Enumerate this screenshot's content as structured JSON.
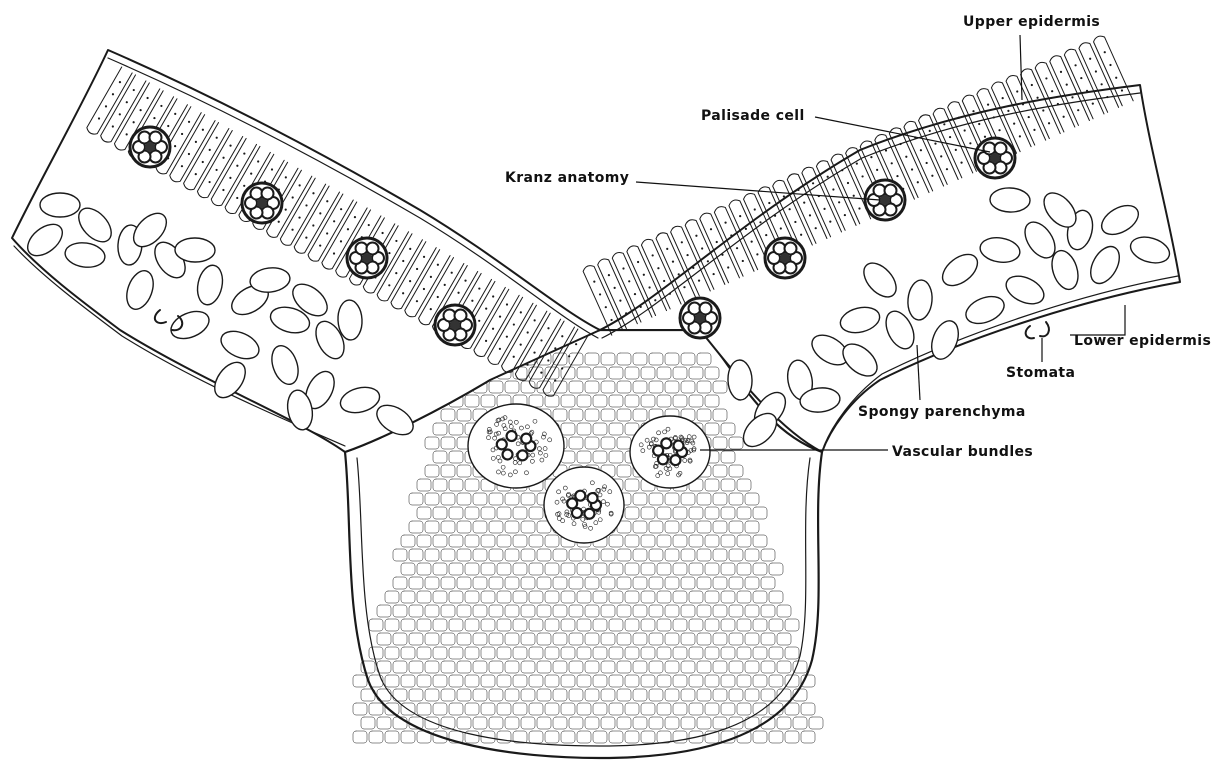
{
  "diagram": {
    "labels": {
      "upper_epidermis": "Upper epidermis",
      "palisade_cell": "Palisade cell",
      "kranz_anatomy": "Kranz anatomy",
      "lower_epidermis": "Lower epidermis",
      "stomata": "Stomata",
      "spongy_parenchyma": "Spongy parenchyma",
      "vascular_bundles": "Vascular bundles"
    },
    "colors": {
      "ink": "#1a1a1a",
      "background": "#ffffff"
    }
  }
}
